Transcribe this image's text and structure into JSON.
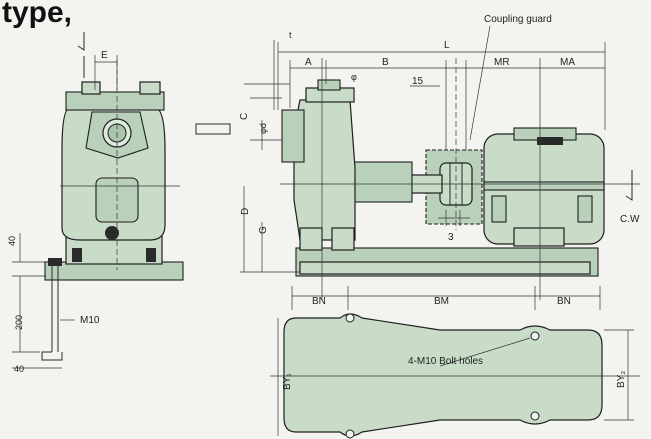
{
  "title": "type,",
  "labels": {
    "coupling_guard": "Coupling guard",
    "L": "L",
    "A": "A",
    "B": "B",
    "MR": "MR",
    "MA": "MA",
    "E": "E",
    "phi": "φ",
    "dim15": "15",
    "t": "t",
    "C": "C",
    "phi_d": "φd",
    "D": "D",
    "G": "G",
    "dim3": "3",
    "cw": "C.W",
    "BN_left": "BN",
    "BM": "BM",
    "BN_right": "BN",
    "bolt_holes": "4-M10 Bolt holes",
    "BY1": "BY₁",
    "BY2": "BY₂",
    "dim40_top": "40",
    "dim200": "200",
    "M10": "M10",
    "dim40_bottom": "40"
  },
  "colors": {
    "machine_fill": "#c8dcc8",
    "background": "#f3f3f0",
    "line": "#1e1e1e"
  }
}
